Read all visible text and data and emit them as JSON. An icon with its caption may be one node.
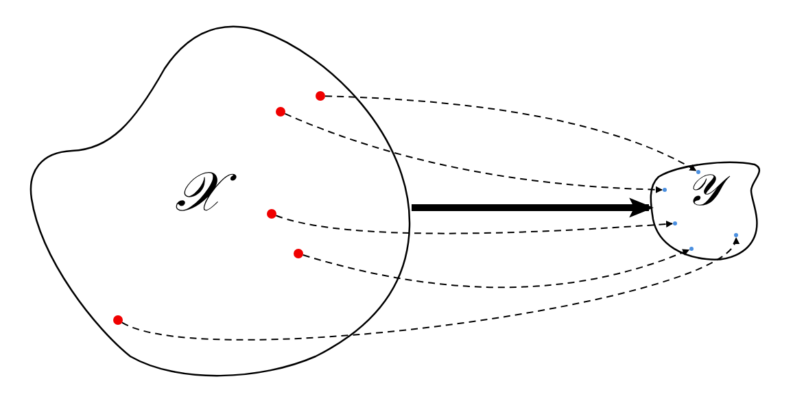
{
  "diagram": {
    "nodes": [
      {
        "text": [
          "𝒳"
        ]
      },
      {
        "text": [
          "𝒴"
        ]
      },
      {
        "text": [],
        "shape": "circle",
        "in": 0
      },
      {
        "text": [],
        "shape": "circle",
        "in": 0
      },
      {
        "text": [],
        "shape": "circle",
        "in": 0
      },
      {
        "text": [],
        "shape": "circle",
        "in": 0
      },
      {
        "text": [],
        "shape": "circle",
        "in": 0
      },
      {
        "text": [],
        "shape": "circle",
        "in": 1
      },
      {
        "text": [],
        "shape": "circle",
        "in": 1
      },
      {
        "text": [],
        "shape": "circle",
        "in": 1
      },
      {
        "text": [],
        "shape": "circle",
        "in": 1
      },
      {
        "text": [],
        "shape": "circle",
        "in": 1
      }
    ],
    "edges": [
      {
        "from": 0,
        "to": 1,
        "arrow": "to",
        "style": "thick"
      },
      {
        "from": 2,
        "to": 8,
        "arrow": "to",
        "style": "dashed"
      },
      {
        "from": 3,
        "to": 7,
        "arrow": "to",
        "style": "dashed"
      },
      {
        "from": 4,
        "to": 9,
        "arrow": "to",
        "style": "dashed"
      },
      {
        "from": 5,
        "to": 10,
        "arrow": "to",
        "style": "dashed"
      },
      {
        "from": 6,
        "to": 11,
        "arrow": "to",
        "style": "dashed"
      }
    ]
  }
}
